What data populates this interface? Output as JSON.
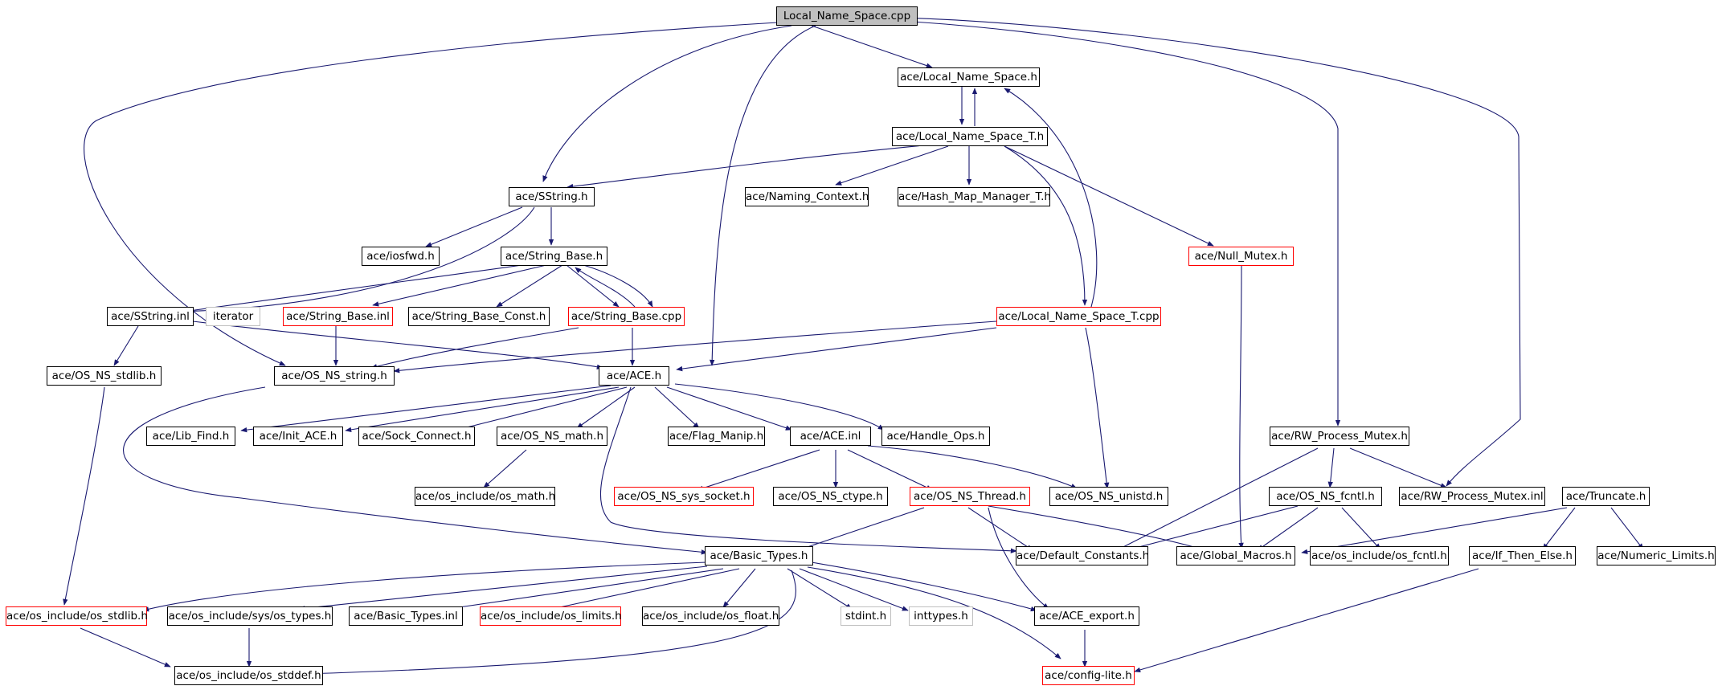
{
  "diagram": {
    "type": "include-dependency-graph",
    "colors": {
      "edge": "#191970",
      "node_border": "#000000",
      "missing_border": "#ff0000",
      "external_border": "#bfbfbf",
      "root_fill": "#bfbfbf"
    },
    "nodes": {
      "root": "Local_Name_Space.cpp",
      "local_name_space_h": "ace/Local_Name_Space.h",
      "local_name_space_t_h": "ace/Local_Name_Space_T.h",
      "sstring_h": "ace/SString.h",
      "naming_context_h": "ace/Naming_Context.h",
      "hash_map_manager_t_h": "ace/Hash_Map_Manager_T.h",
      "iosfwd_h": "ace/iosfwd.h",
      "string_base_h": "ace/String_Base.h",
      "null_mutex_h": "ace/Null_Mutex.h",
      "sstring_inl": "ace/SString.inl",
      "iterator": "iterator",
      "string_base_inl": "ace/String_Base.inl",
      "string_base_const_h": "ace/String_Base_Const.h",
      "string_base_cpp": "ace/String_Base.cpp",
      "local_name_space_t_cpp": "ace/Local_Name_Space_T.cpp",
      "os_ns_stdlib_h": "ace/OS_NS_stdlib.h",
      "os_ns_string_h": "ace/OS_NS_string.h",
      "ace_h": "ace/ACE.h",
      "lib_find_h": "ace/Lib_Find.h",
      "init_ace_h": "ace/Init_ACE.h",
      "sock_connect_h": "ace/Sock_Connect.h",
      "os_ns_math_h": "ace/OS_NS_math.h",
      "flag_manip_h": "ace/Flag_Manip.h",
      "ace_inl": "ace/ACE.inl",
      "handle_ops_h": "ace/Handle_Ops.h",
      "rw_process_mutex_h": "ace/RW_Process_Mutex.h",
      "os_math_h": "ace/os_include/os_math.h",
      "os_ns_sys_socket_h": "ace/OS_NS_sys_socket.h",
      "os_ns_ctype_h": "ace/OS_NS_ctype.h",
      "os_ns_thread_h": "ace/OS_NS_Thread.h",
      "os_ns_unistd_h": "ace/OS_NS_unistd.h",
      "os_ns_fcntl_h": "ace/OS_NS_fcntl.h",
      "rw_process_mutex_inl": "ace/RW_Process_Mutex.inl",
      "truncate_h": "ace/Truncate.h",
      "basic_types_h": "ace/Basic_Types.h",
      "default_constants_h": "ace/Default_Constants.h",
      "global_macros_h": "ace/Global_Macros.h",
      "os_fcntl_h": "ace/os_include/os_fcntl.h",
      "if_then_else_h": "ace/If_Then_Else.h",
      "numeric_limits_h": "ace/Numeric_Limits.h",
      "os_stdlib_h": "ace/os_include/os_stdlib.h",
      "os_types_h": "ace/os_include/sys/os_types.h",
      "basic_types_inl": "ace/Basic_Types.inl",
      "os_limits_h": "ace/os_include/os_limits.h",
      "os_float_h": "ace/os_include/os_float.h",
      "stdint_h": "stdint.h",
      "inttypes_h": "inttypes.h",
      "ace_export_h": "ace/ACE_export.h",
      "os_stddef_h": "ace/os_include/os_stddef.h",
      "config_lite_h": "ace/config-lite.h"
    }
  }
}
